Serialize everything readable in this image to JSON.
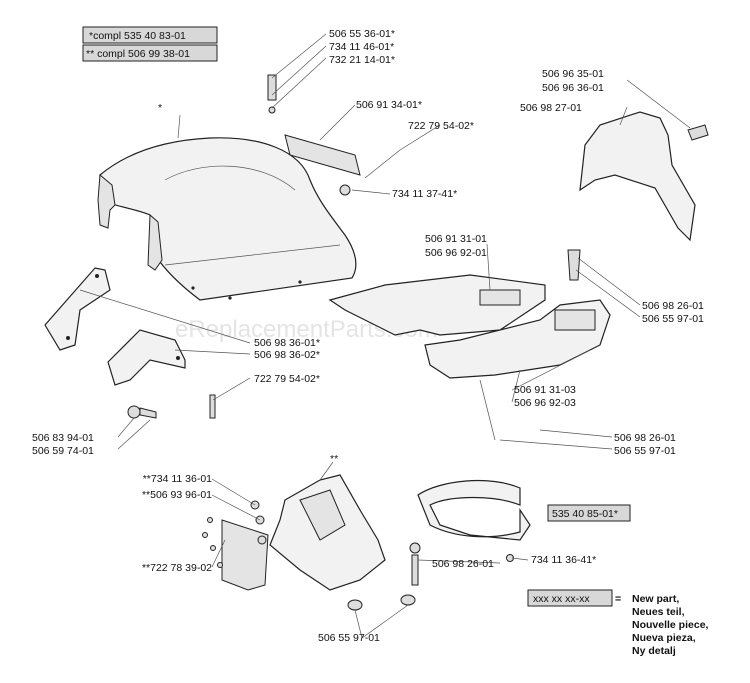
{
  "kit_boxes": {
    "compl_1": "*compl 535 40 83-01",
    "compl_2": "** compl 506 99 38-01",
    "kit_3": "535 40 85-01*"
  },
  "labels": {
    "l01": "506 55 36-01*",
    "l02": "734 11 46-01*",
    "l03": "732 21 14-01*",
    "l04": "506 91 34-01*",
    "l05": "722 79 54-02*",
    "l06": "734 11 37-41*",
    "l07": "506 96 35-01",
    "l08": "506 96 36-01",
    "l09": "506 98 27-01",
    "l10": "506 91 31-01",
    "l11": "506 96 92-01",
    "l12": "506 98 26-01",
    "l13": "506 55 97-01",
    "l14": "506 98 36-01*",
    "l15": "506 98 36-02*",
    "l16": "722 79 54-02*",
    "l17": "506 83 94-01",
    "l18": "506 59 74-01",
    "l19": "506 91 31-03",
    "l20": "506 96 92-03",
    "l21": "506 98 26-01",
    "l22": "506 55 97-01",
    "l23": "**734 11 36-01",
    "l24": "**506 93 96-01",
    "l25": "**722 78 39-02",
    "l26": "**",
    "l27": "506 98 26-01",
    "l28": "734 11 36-41*",
    "l29": "506 55 97-01",
    "l30": "*"
  },
  "legend": {
    "code": "xxx xx xx-xx",
    "equals": "=",
    "lines": [
      "New part,",
      "Neues teil,",
      "Nouvelle piece,",
      "Nueva pieza,",
      "Ny detalj"
    ]
  },
  "watermark": "eReplacementParts.com"
}
